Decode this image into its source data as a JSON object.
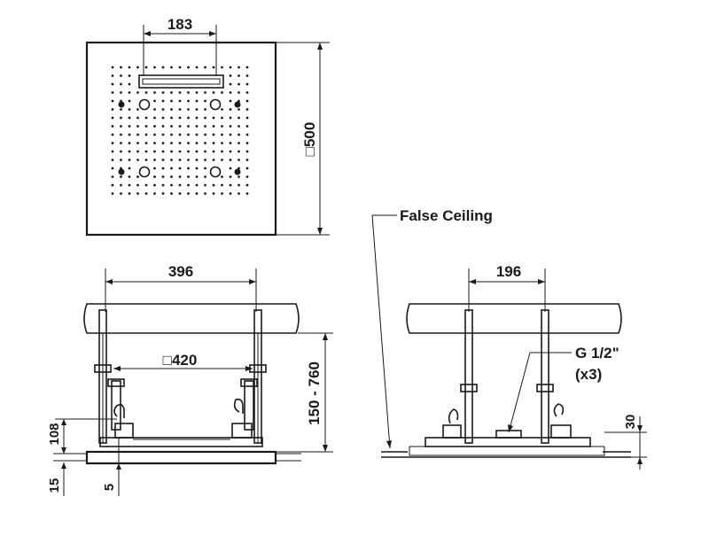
{
  "dimensions": {
    "nozzle_bar_width": "183",
    "panel_size": "□500",
    "mount_span": "396",
    "body_size": "□420",
    "height_range": "150 - 760",
    "depth_108": "108",
    "thickness_15": "15",
    "offset_5": "5",
    "right_span": "196",
    "ceiling_gap": "30"
  },
  "labels": {
    "false_ceiling": "False Ceiling",
    "connection": "G 1/2\"",
    "connection_count": "(x3)"
  },
  "colors": {
    "ink": "#1a1a1a",
    "background": "#ffffff"
  }
}
